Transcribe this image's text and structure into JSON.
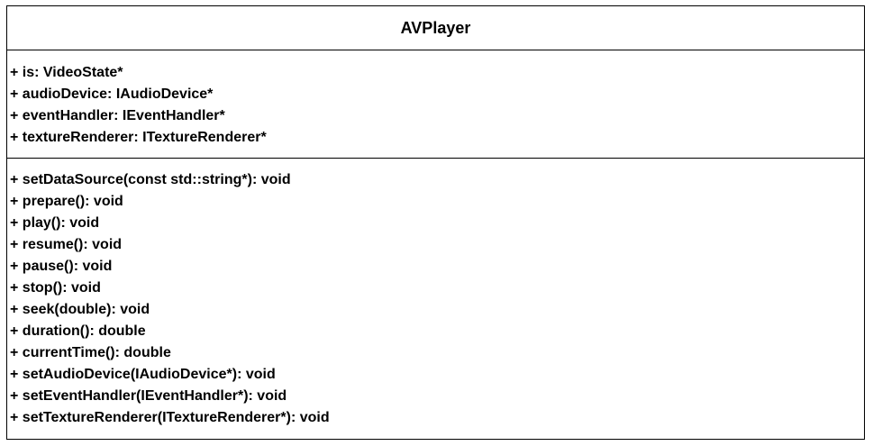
{
  "class_name": "AVPlayer",
  "attributes": [
    "+ is: VideoState*",
    "+ audioDevice: IAudioDevice*",
    "+ eventHandler: IEventHandler*",
    "+ textureRenderer: ITextureRenderer*"
  ],
  "operations": [
    "+ setDataSource(const std::string*): void",
    "+ prepare(): void",
    "+ play(): void",
    "+ resume(): void",
    "+ pause(): void",
    "+ stop(): void",
    "+ seek(double): void",
    "+ duration(): double",
    "+ currentTime(): double",
    "+ setAudioDevice(IAudioDevice*): void",
    "+ setEventHandler(IEventHandler*): void",
    "+ setTextureRenderer(ITextureRenderer*): void"
  ]
}
